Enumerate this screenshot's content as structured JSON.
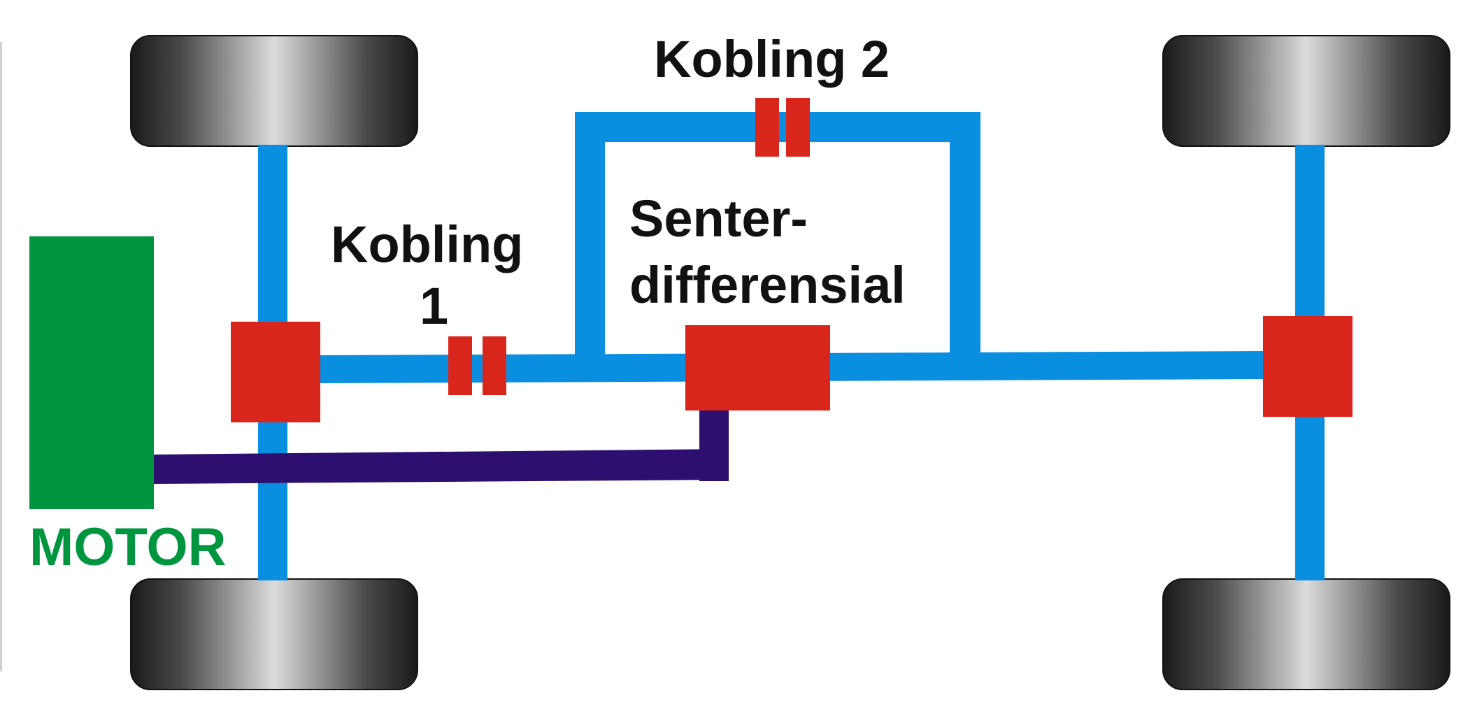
{
  "labels": {
    "kobling2": "Kobling 2",
    "kobling1_line1": "Kobling",
    "kobling1_line2": "1",
    "senter_line1": "Senter-",
    "senter_line2": "differensial",
    "motor": "MOTOR"
  },
  "colors": {
    "shaft": "#0a8ee0",
    "unit": "#d9261c",
    "motor": "#009640",
    "motor_shaft": "#2c0f6e",
    "text": "#111111",
    "motor_text": "#009640"
  },
  "icons": {
    "wheel": "tire-icon",
    "clutch": "clutch-icon",
    "differential": "differential-icon"
  }
}
